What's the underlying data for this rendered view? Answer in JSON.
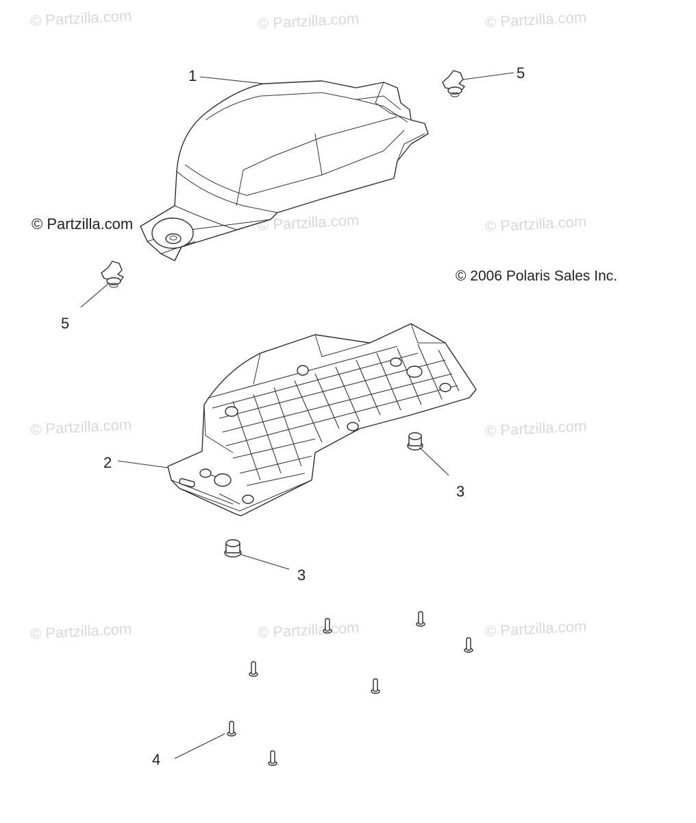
{
  "watermarks": {
    "text": "© Partzilla.com"
  },
  "logo": {
    "text": "© Partzilla.com"
  },
  "copyright": {
    "text": "© 2006 Polaris Sales Inc."
  },
  "callouts": {
    "c1": "1",
    "c2": "2",
    "c3a": "3",
    "c3b": "3",
    "c4": "4",
    "c5a": "5",
    "c5b": "5"
  },
  "icons": [
    "seat-cover-icon",
    "seat-base-icon",
    "grommet-icon",
    "screw-icon",
    "latch-icon"
  ]
}
